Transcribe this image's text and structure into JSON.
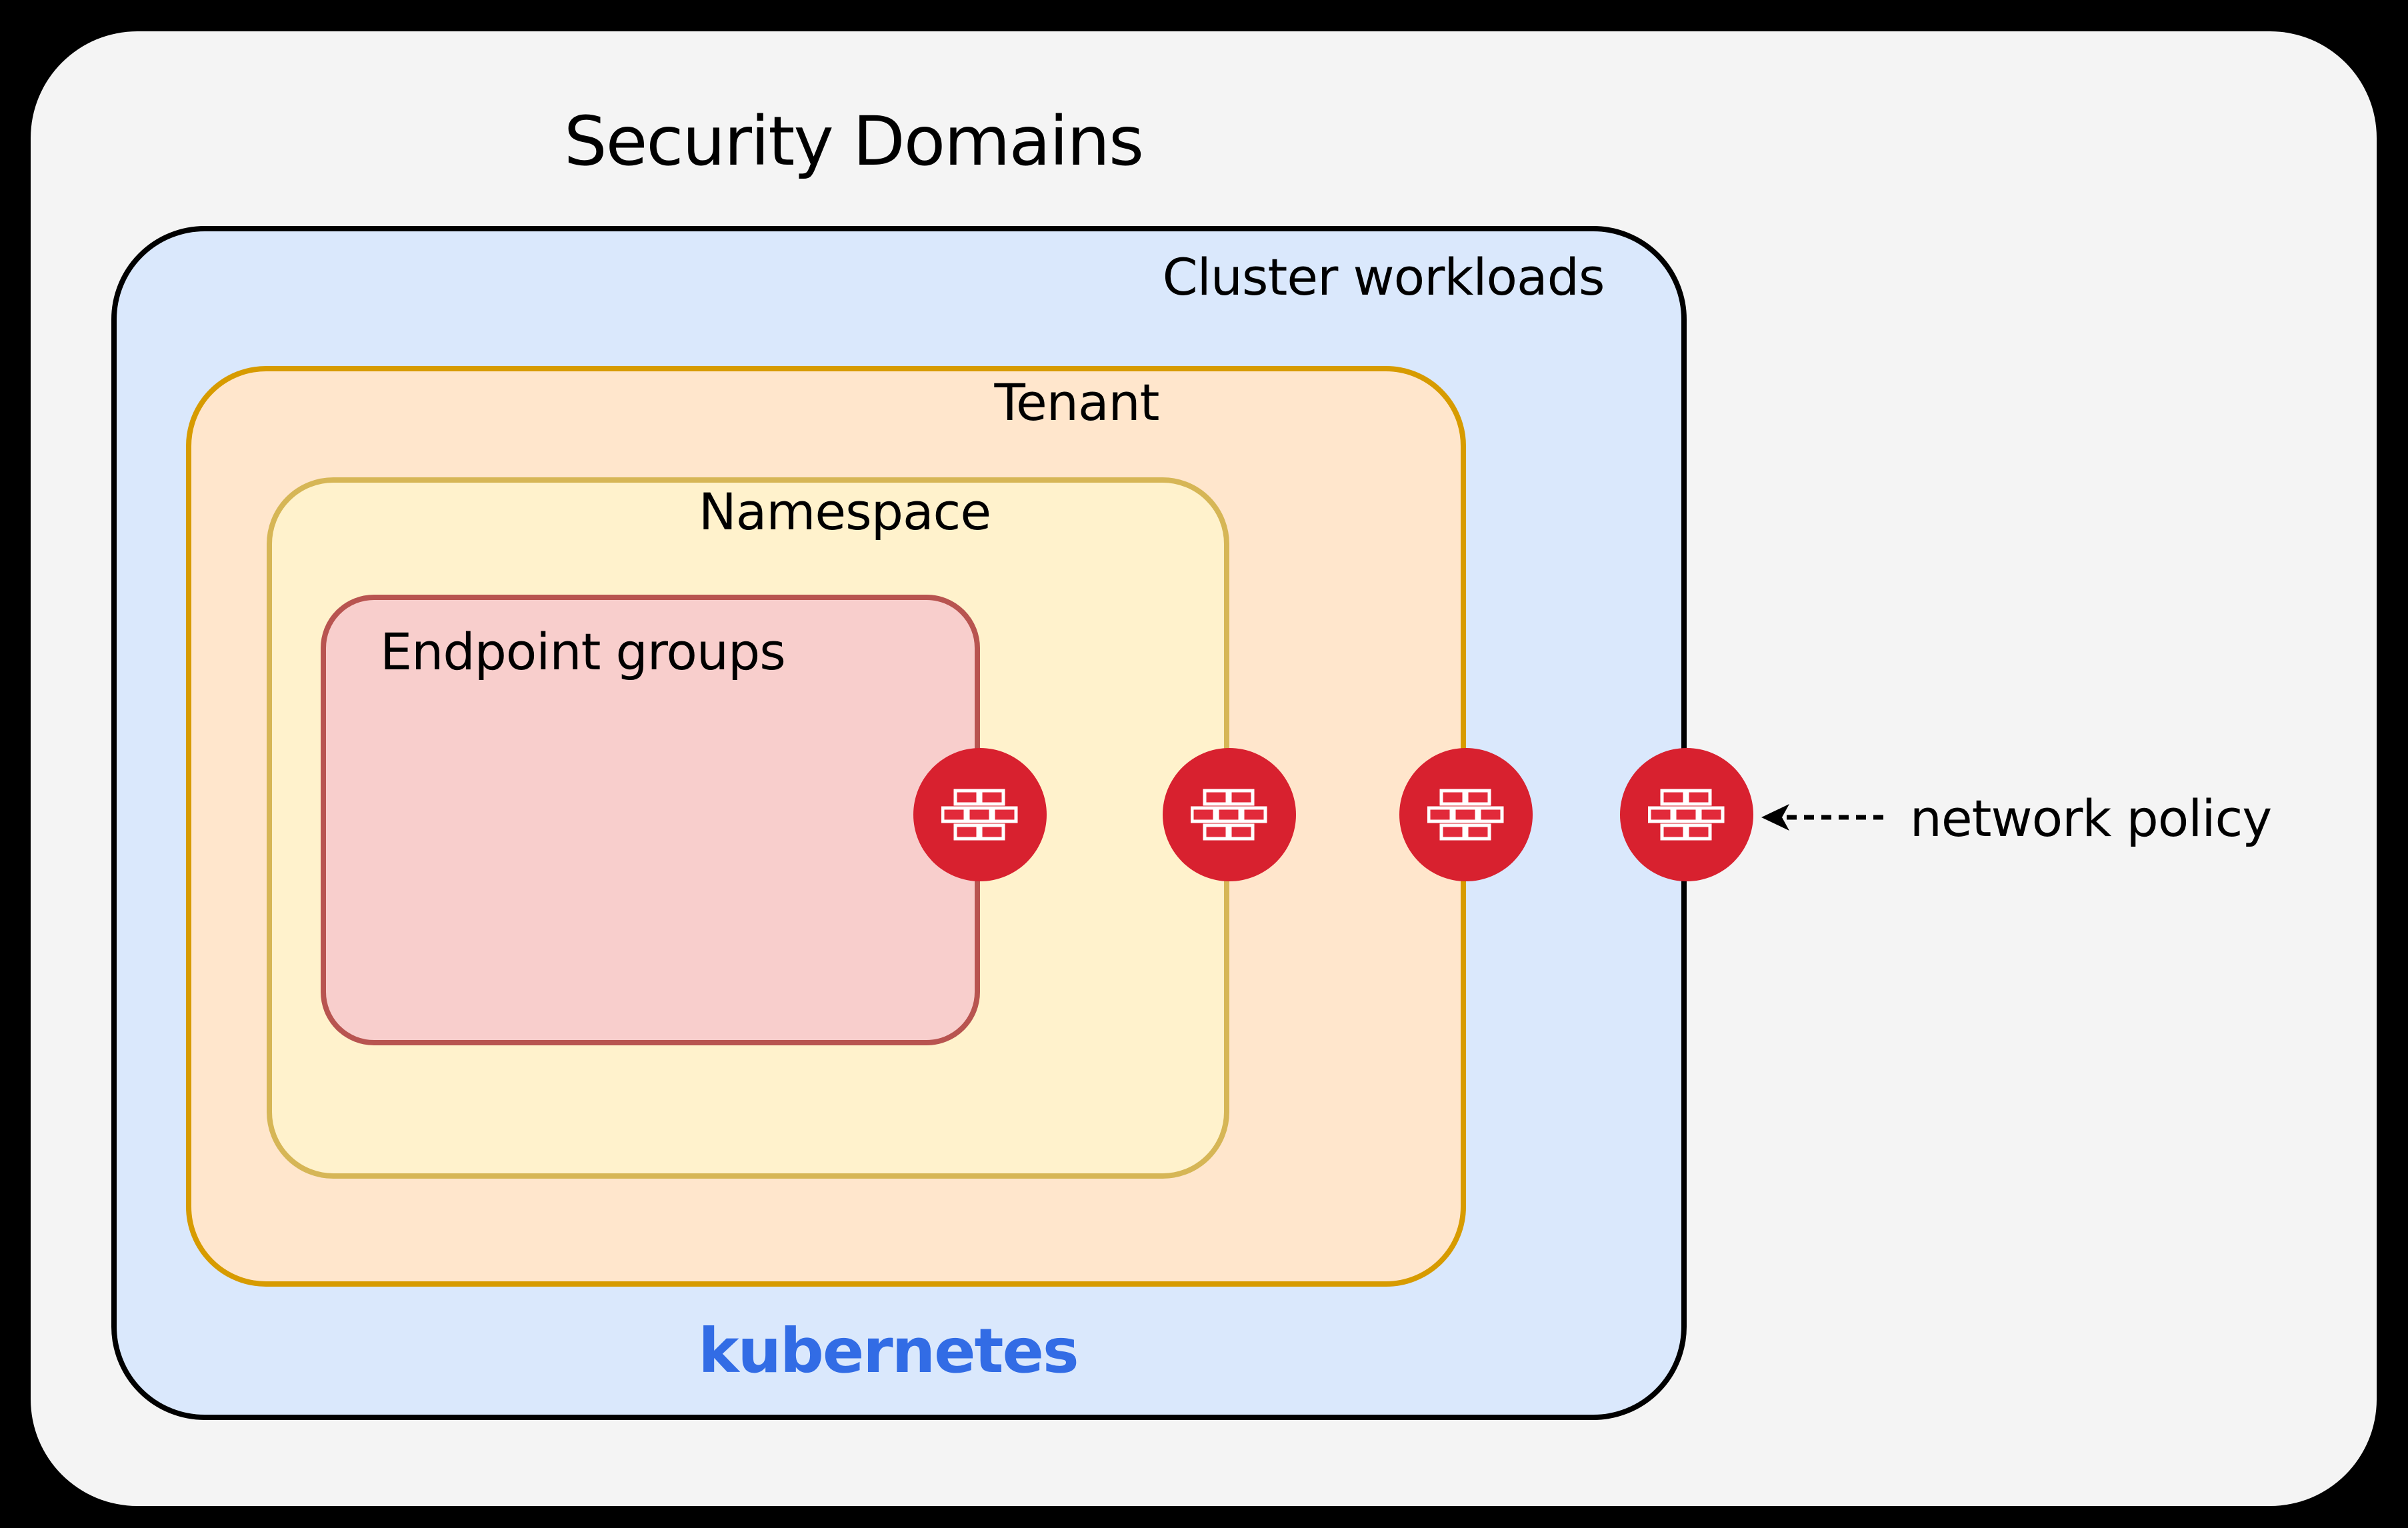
{
  "title": "Security Domains",
  "layers": {
    "cluster": {
      "label": "Cluster workloads",
      "footer": "kubernetes"
    },
    "tenant": {
      "label": "Tenant"
    },
    "namespace": {
      "label": "Namespace"
    },
    "endpoint": {
      "label": "Endpoint groups"
    }
  },
  "annotation": {
    "label": "network policy",
    "arrow_style": "dashed, pointing left at firewall"
  },
  "firewall_icons": {
    "name": "firewall-icon",
    "shape": "red circle with white brick wall",
    "count": 4,
    "placement": [
      "Endpoint groups boundary",
      "Namespace boundary",
      "Tenant boundary",
      "Cluster workloads boundary"
    ]
  },
  "colors": {
    "page_background": "#000000",
    "panel_background": "#f4f4f4",
    "cluster_fill": "#dae8fc",
    "cluster_border": "#000000",
    "tenant_fill": "#ffe6cc",
    "tenant_border": "#d79b00",
    "namespace_fill": "#fff2cc",
    "namespace_border": "#d6b656",
    "endpoint_fill": "#f8cecc",
    "endpoint_border": "#b85450",
    "firewall_red": "#d8212f",
    "firewall_brick_red": "#e22a3a",
    "kubernetes_blue": "#326ce5",
    "text": "#000000"
  }
}
